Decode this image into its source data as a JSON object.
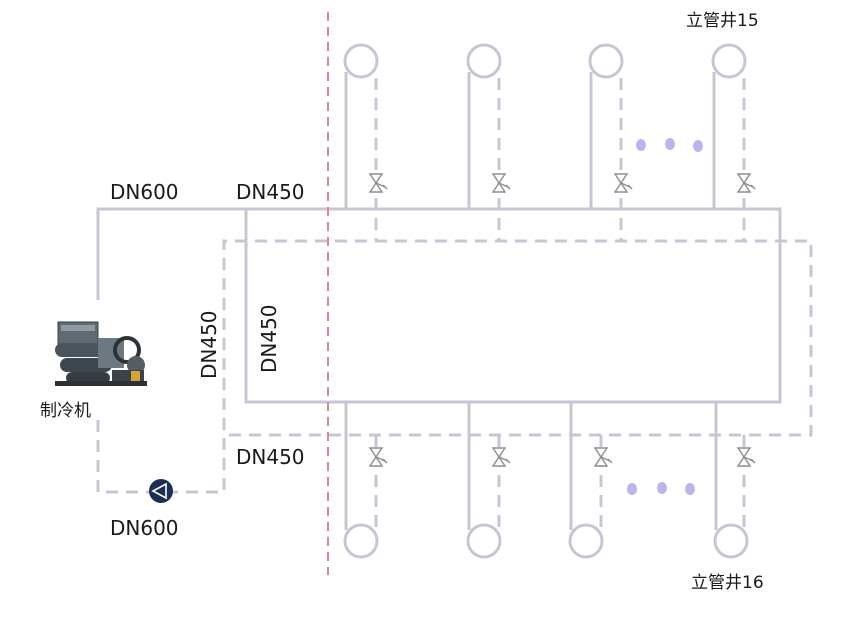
{
  "labels": {
    "supply_main_left": "DN600",
    "supply_main_right": "DN450",
    "supply_vertical": "DN450",
    "return_vertical": "DN450",
    "return_lower": "DN450",
    "return_main": "DN600",
    "chiller": "制冷机",
    "riser_top": "立管井15",
    "riser_bottom": "立管井16"
  },
  "colors": {
    "pipe": "#c8c4d4",
    "divider": "#d98a90",
    "ellipsis_dots": "#b9b4ee",
    "pump": "#1c2f52",
    "text": "#1a1a1a"
  },
  "icons": {
    "pump": "pump-triangle-icon",
    "valve": "balancing-valve-icon",
    "chiller": "chiller-unit-icon"
  }
}
